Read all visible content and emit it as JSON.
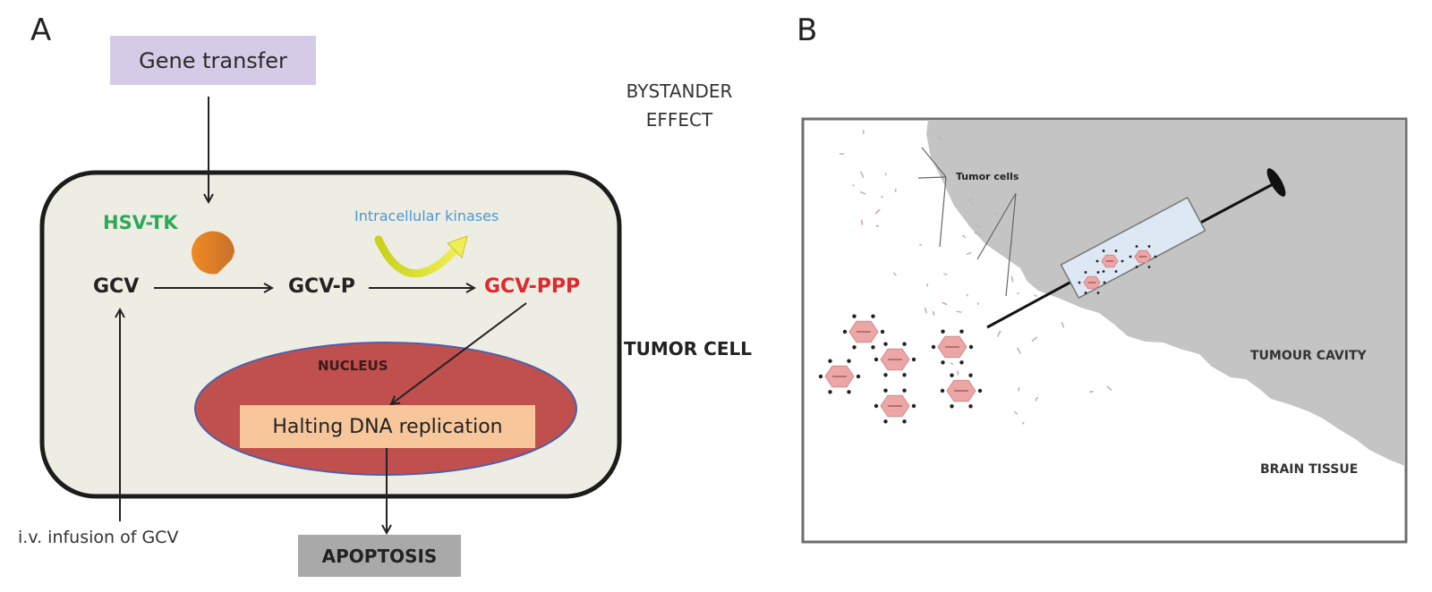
{
  "panel_a": {
    "letter": "A",
    "gene_transfer": "Gene transfer",
    "hsv_tk": "HSV-TK",
    "intracellular_kinases": "Intracellular kinases",
    "gcv": "GCV",
    "gcv_p": "GCV-P",
    "gcv_ppp": "GCV-PPP",
    "nucleus": "NUCLEUS",
    "halting": "Halting DNA replication",
    "apoptosis": "APOPTOSIS",
    "infusion": "i.v. infusion of GCV",
    "tumor_cell": "TUMOR CELL",
    "bystander_line1": "BYSTANDER",
    "bystander_line2": "EFFECT",
    "colors": {
      "cell_fill": "#eeede3",
      "nucleus_fill": "#c0504d",
      "nucleus_stroke": "#4f5fa8",
      "hsv_tk": "#2fa85a",
      "kinases": "#4f97d1",
      "gcv_ppp": "#e0282e",
      "enzyme": "#ec8a2a",
      "kinase_arrow": "#d6dc2c"
    }
  },
  "panel_b": {
    "letter": "B",
    "tumor_cells": "Tumor cells",
    "tumour_cavity": "TUMOUR CAVITY",
    "brain_tissue": "BRAIN TISSUE",
    "colors": {
      "cavity": "#c4c4c4",
      "tissue": "#ffffff",
      "cell_fill": "#eda6a6",
      "syringe_fill": "#dde8f4"
    }
  }
}
